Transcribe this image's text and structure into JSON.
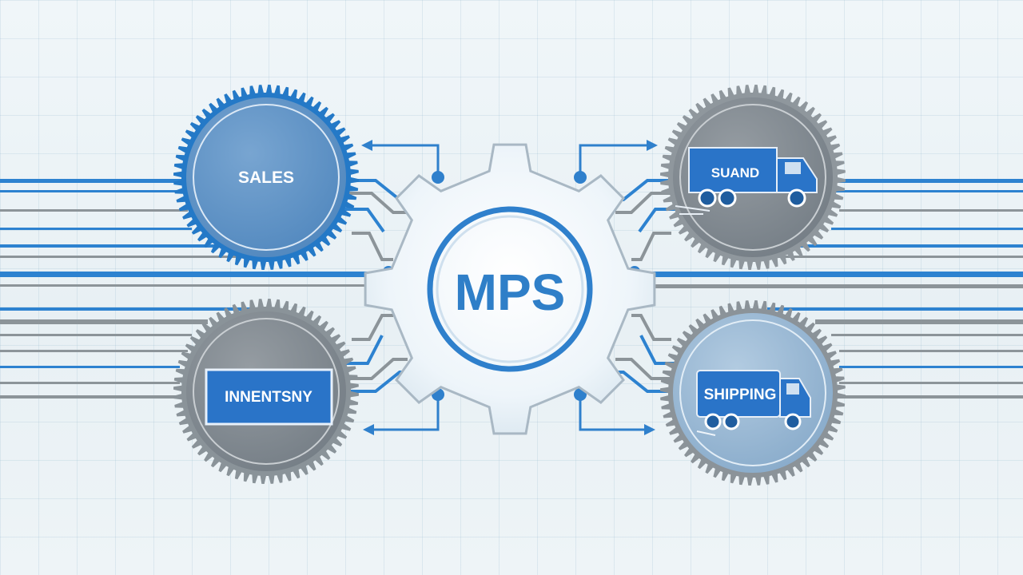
{
  "center": {
    "label": "MPS",
    "color": "#2f7fc8"
  },
  "nodes": {
    "sales": {
      "label": "SALES",
      "face_color": "#5f93c6",
      "ring_color": "#2479c7"
    },
    "inventory": {
      "label": "INNENTSNY",
      "face_color": "#7b858d",
      "ring_color": "#8a9399",
      "badge_color": "#2a74c8"
    },
    "truck_top": {
      "label": "SUAND",
      "face_color": "#888f95",
      "ring_color": "#8f979d",
      "icon": "truck-icon"
    },
    "shipping": {
      "label": "SHIPPING",
      "face_color": "#96b6d3",
      "ring_color": "#8b9399",
      "icon": "delivery-truck-icon"
    }
  },
  "colors": {
    "line_blue": "#2d82d0",
    "line_gray": "#8c9499",
    "arrow_blue": "#2f80cc"
  }
}
